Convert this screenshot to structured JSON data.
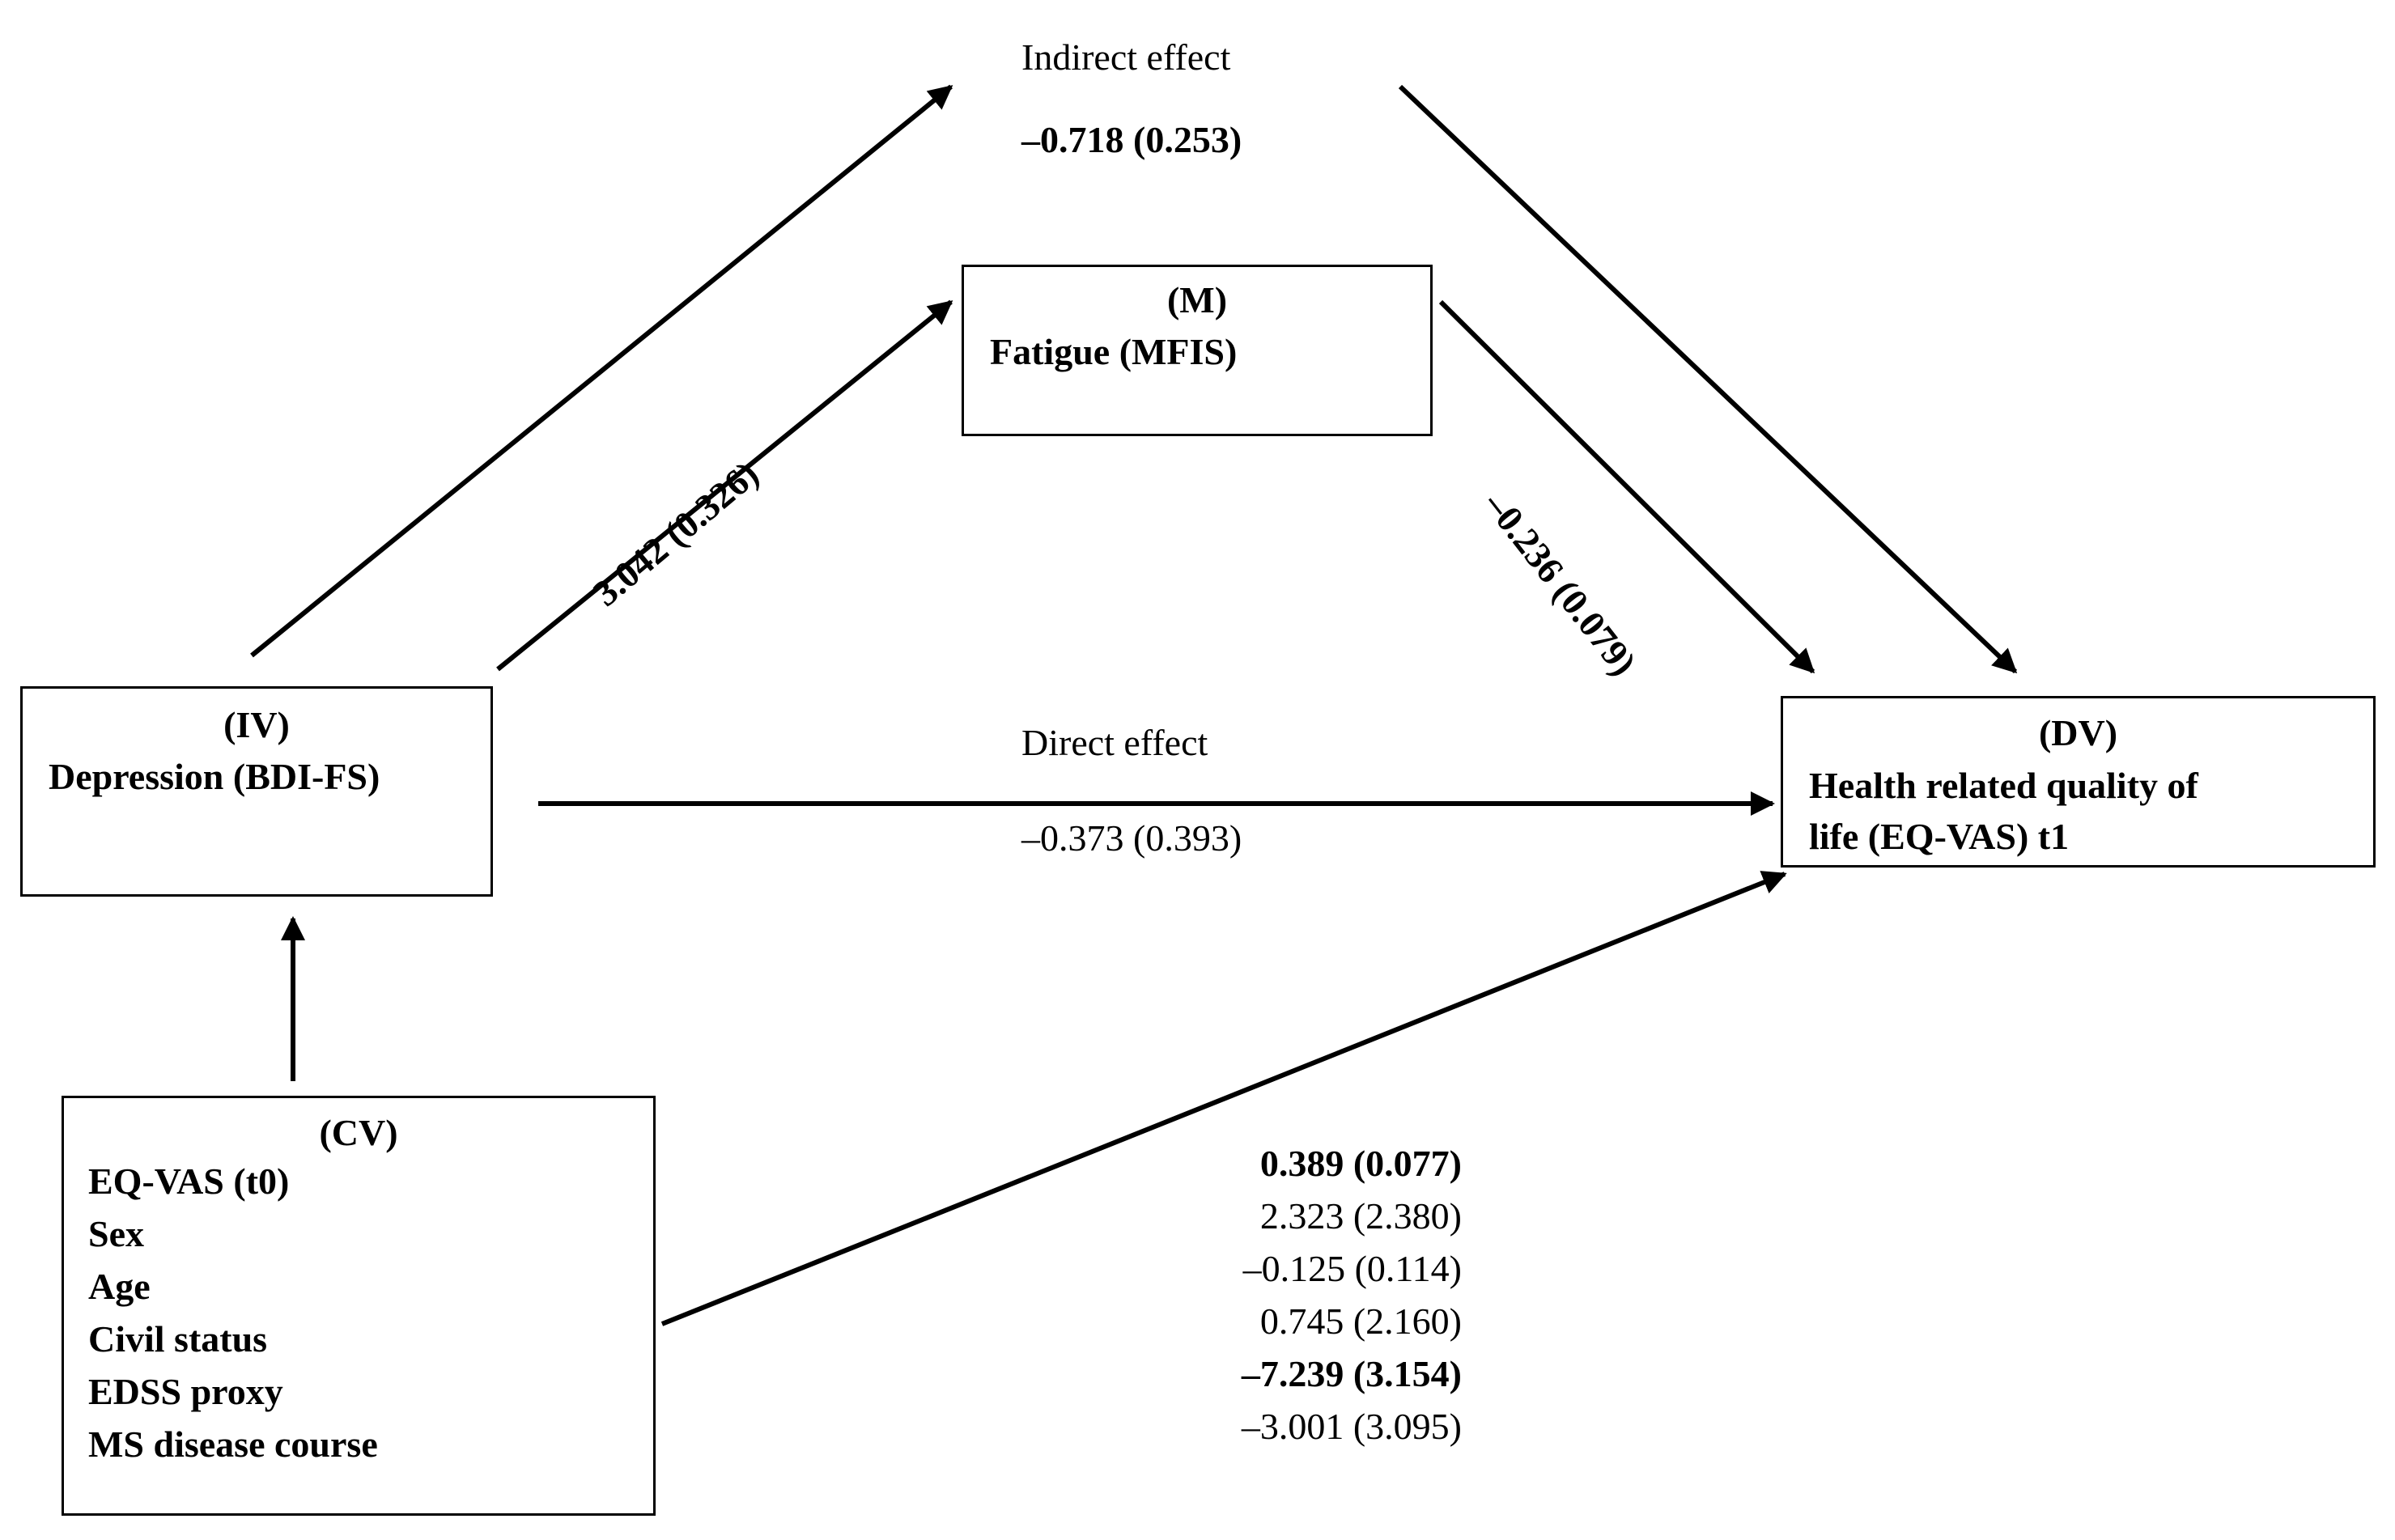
{
  "iv": {
    "tag": "(IV)",
    "label": "Depression (BDI-FS)"
  },
  "mediator": {
    "tag": "(M)",
    "label": "Fatigue (MFIS)"
  },
  "dv": {
    "tag": "(DV)",
    "label_line1": "Health related quality of",
    "label_line2": "life (EQ-VAS) t1"
  },
  "cv": {
    "tag": "(CV)",
    "items": [
      "EQ-VAS (t0)",
      "Sex",
      "Age",
      "Civil status",
      "EDSS proxy",
      "MS disease course"
    ]
  },
  "indirect_effect": {
    "label": "Indirect effect",
    "value": "–0.718 (0.253)"
  },
  "direct_effect": {
    "label": "Direct effect",
    "value": "–0.373 (0.393)"
  },
  "path_a": "3.042 (0.326)",
  "path_b": "–0.236 (0.079)",
  "cv_coefficients": [
    {
      "text": "0.389 (0.077)",
      "bold": true
    },
    {
      "text": "2.323 (2.380)",
      "bold": false
    },
    {
      "text": "–0.125 (0.114)",
      "bold": false
    },
    {
      "text": "0.745 (2.160)",
      "bold": false
    },
    {
      "text": "–7.239 (3.154)",
      "bold": true
    },
    {
      "text": "–3.001 (3.095)",
      "bold": false
    }
  ]
}
